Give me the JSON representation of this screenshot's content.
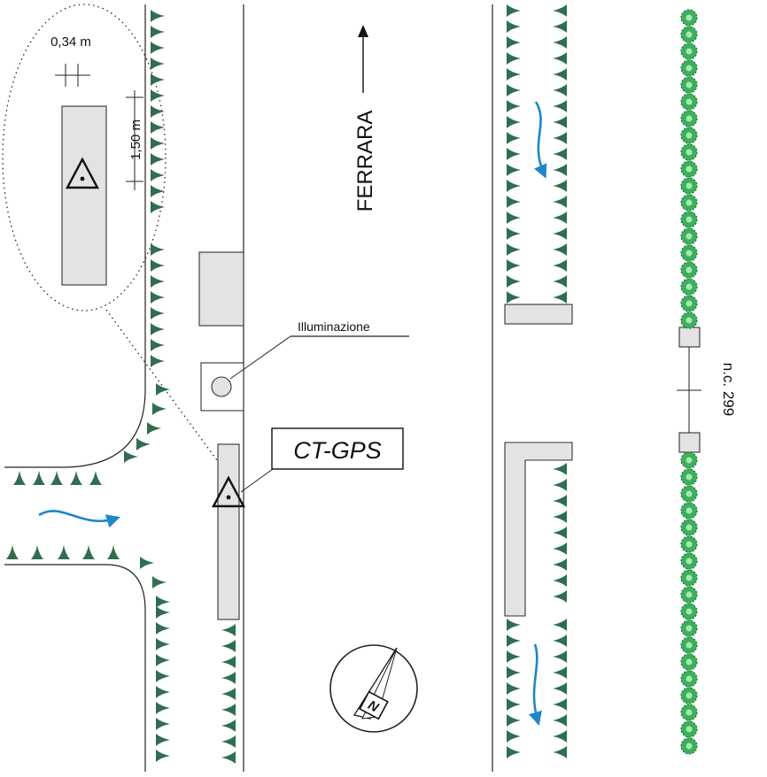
{
  "labels": {
    "dim_width": "0,34 m",
    "dim_length": "1,50 m",
    "direction": "FERRARA",
    "lighting": "Illuminazione",
    "station": "CT-GPS",
    "civic_number": "n.c. 299"
  },
  "icons": {
    "station_marker": "triangle-benchmark-icon",
    "compass": "compass-north-icon",
    "tree": "tree-icon",
    "bush": "bush-icon",
    "flow": "flow-arrow-icon",
    "direction_arrow": "arrow-up-icon"
  },
  "colors": {
    "tree": "#2f6e4e",
    "bush": "#3cb05a",
    "flow": "#1f86c8",
    "fill": "#e3e3e3",
    "line": "#222222"
  }
}
